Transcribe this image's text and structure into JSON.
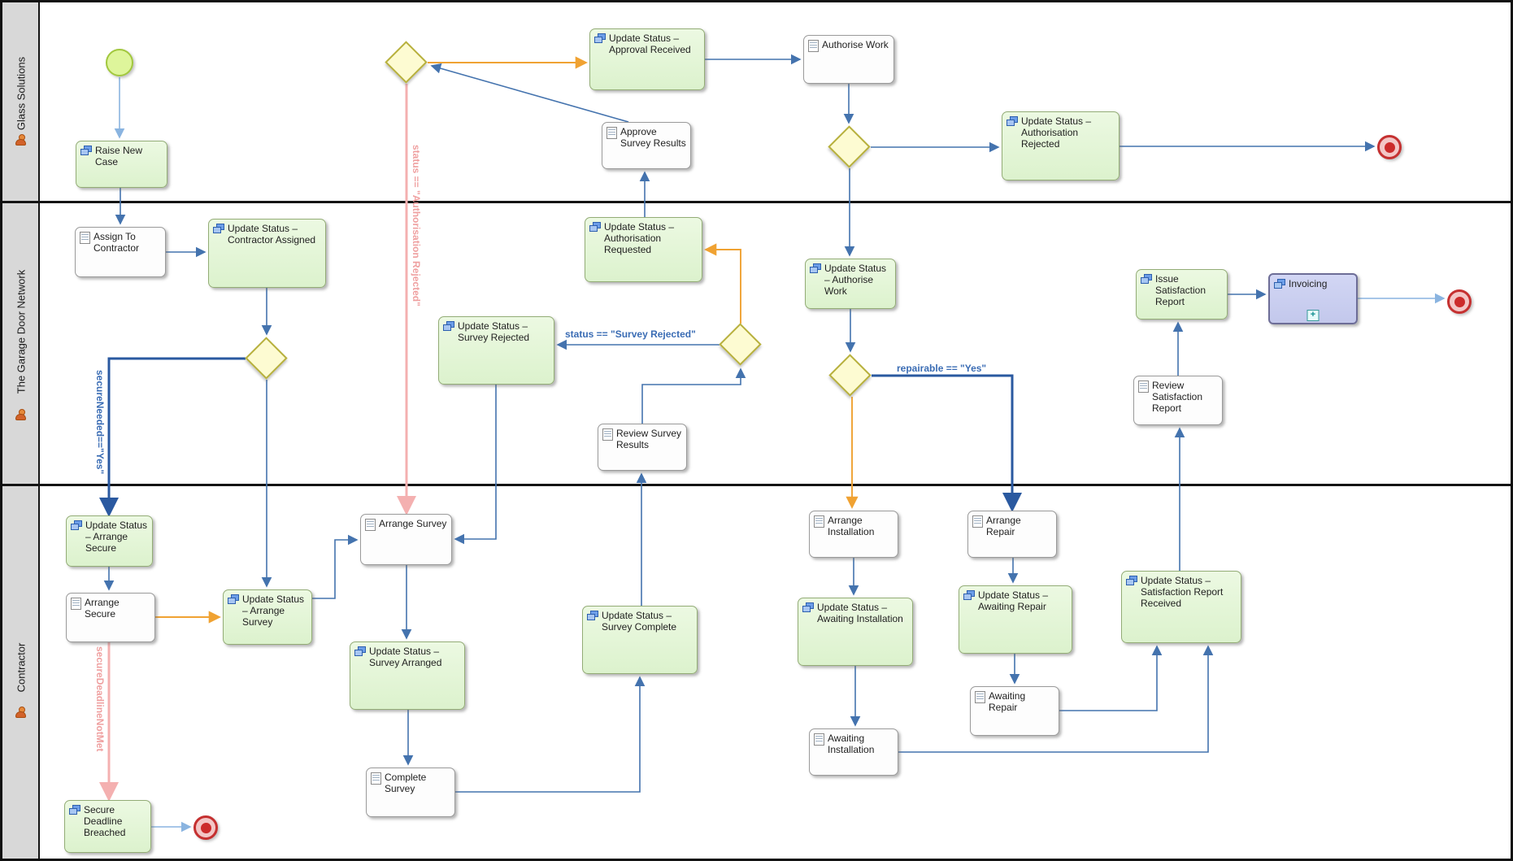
{
  "lanes": [
    {
      "label": "Glass Solutions"
    },
    {
      "label": "The Garage Door Network"
    },
    {
      "label": "Contractor"
    }
  ],
  "nodes": {
    "raise_new_case": {
      "label": "Raise New Case"
    },
    "update_approval_received": {
      "label": "Update Status – Approval Received"
    },
    "authorise_work": {
      "label": "Authorise Work"
    },
    "approve_survey_results": {
      "label": "Approve Survey Results"
    },
    "update_auth_rejected": {
      "label": "Update Status – Authorisation Rejected"
    },
    "assign_to_contractor": {
      "label": "Assign To Contractor"
    },
    "update_contractor_assigned": {
      "label": "Update Status – Contractor Assigned"
    },
    "update_auth_requested": {
      "label": "Update Status – Authorisation Requested"
    },
    "update_survey_rejected": {
      "label": "Update Status – Survey Rejected"
    },
    "update_authorise_work": {
      "label": "Update Status – Authorise Work"
    },
    "review_survey_results": {
      "label": "Review Survey Results"
    },
    "issue_satisfaction_report": {
      "label": "Issue Satisfaction Report"
    },
    "invoicing": {
      "label": "Invoicing",
      "marker": "+"
    },
    "review_satisfaction_report": {
      "label": "Review Satisfaction Report"
    },
    "update_arrange_secure": {
      "label": "Update Status – Arrange Secure"
    },
    "arrange_secure": {
      "label": "Arrange Secure"
    },
    "update_arrange_survey": {
      "label": "Update Status – Arrange Survey"
    },
    "arrange_survey": {
      "label": "Arrange Survey"
    },
    "update_survey_arranged": {
      "label": "Update Status – Survey Arranged"
    },
    "complete_survey": {
      "label": "Complete Survey"
    },
    "update_survey_complete": {
      "label": "Update Status – Survey Complete"
    },
    "arrange_installation": {
      "label": "Arrange Installation"
    },
    "update_awaiting_installation": {
      "label": "Update Status – Awaiting Installation"
    },
    "awaiting_installation": {
      "label": "Awaiting Installation"
    },
    "arrange_repair": {
      "label": "Arrange Repair"
    },
    "update_awaiting_repair": {
      "label": "Update Status – Awaiting Repair"
    },
    "awaiting_repair": {
      "label": "Awaiting Repair"
    },
    "update_satisfaction_received": {
      "label": "Update Status – Satisfaction Report Received"
    },
    "secure_deadline_breached": {
      "label": "Secure Deadline Breached"
    }
  },
  "edge_labels": {
    "auth_rejected": "status == \"Authorisation Rejected\"",
    "survey_rejected": "status == \"Survey Rejected\"",
    "repairable_yes": "repairable == \"Yes\"",
    "secure_needed": "secureNeeded==\"Yes\"",
    "secure_deadline_not_met": "secureDeadlineNotMet"
  },
  "icons": {
    "green_task": "windows-icon",
    "white_task": "document-icon",
    "lane": "person-icon",
    "subprocess_marker": "plus-box"
  },
  "colors": {
    "task_green": "#dcf2cd",
    "task_white": "#fdfdfd",
    "subprocess_purple": "#c3c8ec",
    "gateway_yellow": "#fdfbd2",
    "flow_blue": "#4473ae",
    "flow_orange": "#f0a232",
    "flow_pink": "#f4b0b0",
    "flow_dark_blue": "#2a59a0",
    "end_event_red": "#cc2b2b",
    "start_event_green": "#def59b"
  }
}
